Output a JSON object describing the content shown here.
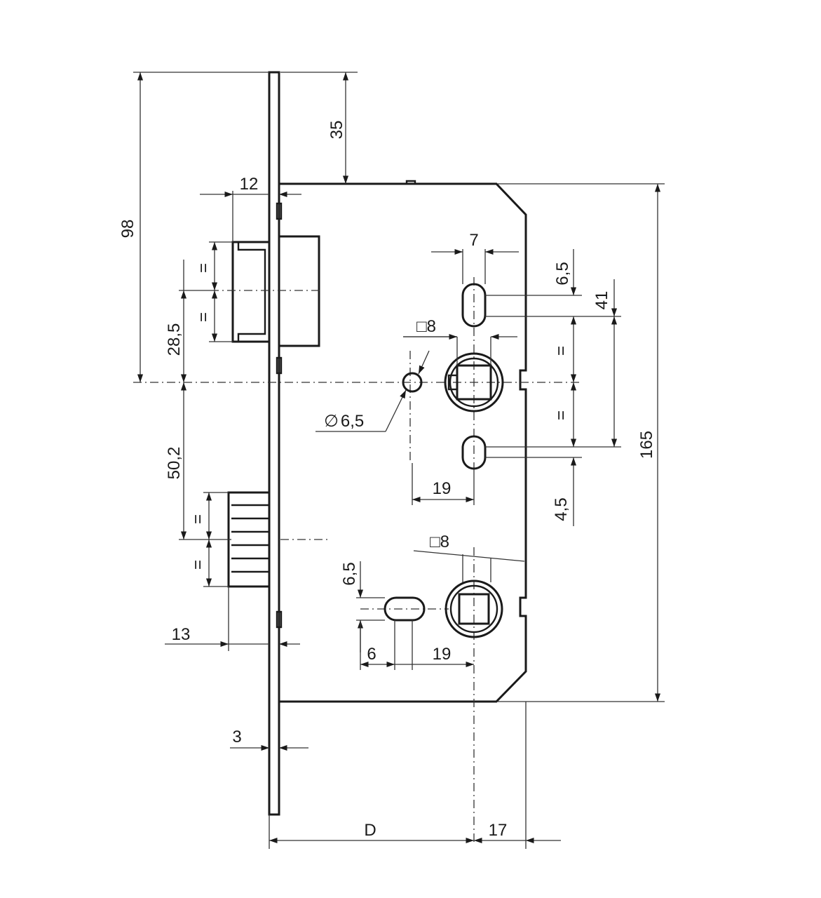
{
  "dimensions": {
    "total_height_above": "98",
    "top_offset": "35",
    "bolt_projection": "12",
    "equal_mark": "=",
    "bolt_to_axis": "28,5",
    "axis_to_latch": "50,2",
    "latch_projection": "13",
    "faceplate_thickness": "3",
    "backset": "D",
    "axis_to_back": "17",
    "body_height": "165",
    "slot_width": "7",
    "slot_height_upper": "6,5",
    "upper_spacing": "41",
    "lower_slot_offset": "4,5",
    "square_upper": "8",
    "square_lower": "8",
    "screw_hole": "6,5",
    "slot_distance_upper": "19",
    "slot_height_lower": "6,5",
    "lower_slot_length": "6",
    "lower_slot_distance": "19"
  },
  "symbols": {
    "square": "□",
    "diameter": "∅"
  }
}
